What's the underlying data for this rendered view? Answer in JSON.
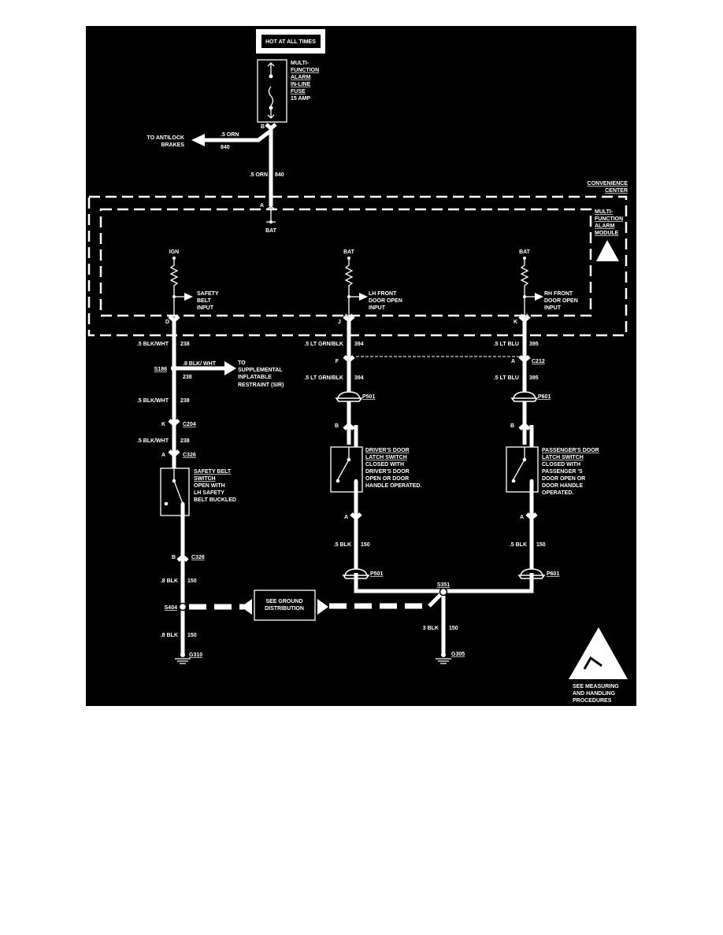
{
  "colors": {
    "background": "#000000",
    "lines": "#ffffff",
    "page": "#ffffff"
  },
  "power": {
    "hot_label": "HOT AT ALL TIMES",
    "fuse_label": [
      "MULTI-",
      "FUNCTION",
      "ALARM",
      "IN-LINE",
      "FUSE",
      "15 AMP"
    ],
    "fuse_terminal": "B",
    "antilock": [
      "TO ANTILOCK",
      "BRAKES"
    ],
    "branch_wire": ".5  ORN",
    "branch_circuit": "840",
    "main_wire": ".5 ORN",
    "main_circuit": "840"
  },
  "convenience_center": [
    "CONVENIENCE",
    "CENTER"
  ],
  "module": {
    "label": [
      "MULTI-",
      "FUNCTION",
      "ALARM",
      "MODULE"
    ],
    "input_terminal": "A",
    "bat": "BAT",
    "esd_icon": "esd-warning-icon"
  },
  "left": {
    "supply": "IGN",
    "input": [
      "SAFETY",
      "BELT",
      "INPUT"
    ],
    "terminal": "D",
    "w1": ".5 BLK/WHT",
    "c1": "238",
    "splice": "S186",
    "sir_wire": ".8 BLK/ WHT",
    "sir_circuit": "238",
    "sir": [
      "TO",
      "SUPPLEMENTAL",
      "INFLATABLE",
      "RESTRAINT (SIR)"
    ],
    "w2": ".5 BLK/WHT",
    "c2": "238",
    "c204_pin": "K",
    "c204": "C204",
    "w3": ".5 BLK/WHT",
    "c3": "238",
    "c326a_pin": "A",
    "c326": "C326",
    "switch": [
      "SAFETY BELT",
      "SWITCH",
      "OPEN WITH",
      "LH SAFETY",
      "BELT BUCKLED"
    ],
    "c326b_pin": "B",
    "w4": ".8 BLK",
    "c4": "150",
    "s404": "S404",
    "w5": ".8 BLK",
    "c5": "150",
    "ground": "G310"
  },
  "middle": {
    "supply": "BAT",
    "input": [
      "LH FRONT",
      "DOOR OPEN",
      "INPUT"
    ],
    "terminal": "J",
    "w1": ".5 LT GRN/BLK",
    "c1": "394",
    "pin_f": "F",
    "w2": ".5 LT GRN/BLK",
    "c2": "394",
    "p501": "P501",
    "pin_b": "B",
    "switch": [
      "DRIVER'S DOOR",
      "LATCH SWITCH",
      "CLOSED WITH",
      "DRIVER'S DOOR",
      "OPEN OR DOOR",
      "HANDLE OPERATED."
    ],
    "pin_a": "A",
    "w3": ".5 BLK",
    "c3": "150",
    "p501b": "P501"
  },
  "right": {
    "supply": "BAT",
    "input": [
      "RH FRONT",
      "DOOR OPEN",
      "INPUT"
    ],
    "terminal": "K",
    "w1": ".5 LT BLU",
    "c1": "395",
    "pin_a1": "A",
    "c212": "C212",
    "w2": ".5 LT BLU",
    "c2": "395",
    "p601": "P601",
    "pin_b": "B",
    "switch": [
      "PASSENGER'S DOOR",
      "LATCH SWITCH",
      "CLOSED WITH",
      "PASSENGER 'S",
      "DOOR OPEN OR",
      "DOOR HANDLE",
      "OPERATED."
    ],
    "pin_a": "A",
    "w3": ".5 BLK",
    "c3": "150",
    "p601b": "P601"
  },
  "ground": {
    "distribution": [
      "SEE GROUND",
      "DISTRIBUTION"
    ],
    "s351": "S351",
    "w": "3 BLK",
    "c": "150",
    "g305": "G305"
  },
  "esd_note": [
    "SEE MEASURING",
    "AND HANDLING",
    "PROCEDURES"
  ]
}
